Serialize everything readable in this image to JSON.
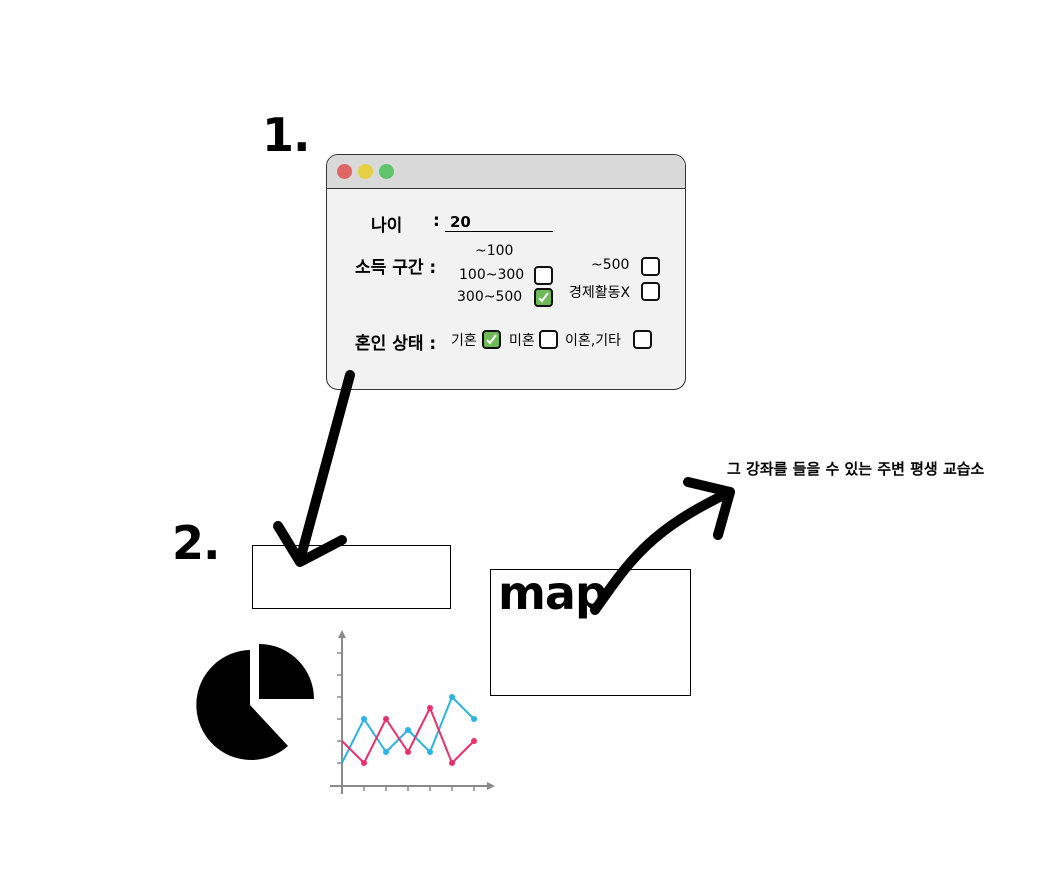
{
  "steps": {
    "one": "1.",
    "two": "2."
  },
  "window": {
    "age_label": "나이",
    "colon": ":",
    "age_value": "20",
    "income_label": "소득 구간 :",
    "income_options": {
      "opt1": "~100",
      "opt2": "100~300",
      "opt3": "300~500",
      "opt4": "~500",
      "opt5": "경제활동X"
    },
    "marital_label": "혼인 상태 :",
    "marital_options": {
      "opt1": "기혼",
      "opt2": "미혼",
      "opt3": "이혼,기타"
    },
    "checked": [
      "300~500",
      "기혼"
    ]
  },
  "map_box": {
    "label": "map"
  },
  "caption": "그 강좌를 들을 수 있는 주변 평생 교습소",
  "icons": [
    "pie-chart-icon",
    "line-chart-icon"
  ],
  "colors": {
    "checked": "#6dba57",
    "series_a": "#2bb3e3",
    "series_b": "#e8306a"
  },
  "chart_data": {
    "type": "line",
    "series": [
      {
        "values": [
          1,
          3,
          1.5,
          2.5,
          1.5,
          4,
          3
        ]
      },
      {
        "values": [
          2,
          1,
          3,
          1.5,
          3.5,
          1,
          2
        ]
      }
    ]
  }
}
